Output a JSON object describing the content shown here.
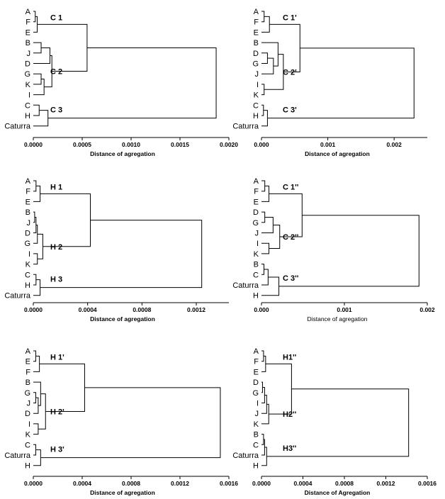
{
  "chart_data": [
    {
      "type": "dendrogram",
      "leaves": [
        "A",
        "F",
        "E",
        "B",
        "J",
        "D",
        "G",
        "K",
        "I",
        "C",
        "H",
        "Caturra"
      ],
      "merges": [
        {
          "a": "A",
          "b": "F",
          "h": 2e-05
        },
        {
          "a": 1,
          "b": "E",
          "h": 4e-05
        },
        {
          "a": "B",
          "b": "J",
          "h": 8e-05
        },
        {
          "a": 3,
          "b": "D",
          "h": 0.00017
        },
        {
          "a": "G",
          "b": "K",
          "h": 8e-05
        },
        {
          "a": 5,
          "b": "I",
          "h": 0.00011
        },
        {
          "a": 4,
          "b": 6,
          "h": 0.00019
        },
        {
          "a": 2,
          "b": 7,
          "h": 0.00055
        },
        {
          "a": "C",
          "b": "H",
          "h": 6e-05
        },
        {
          "a": 9,
          "b": "Caturra",
          "h": 0.00015
        },
        {
          "a": 8,
          "b": 10,
          "h": 0.00187
        }
      ],
      "clusters": [
        {
          "label": "C 1",
          "node": 2
        },
        {
          "label": "C 2",
          "node": 7
        },
        {
          "label": "C 3",
          "node": 10
        }
      ],
      "xlim": [
        0,
        0.002
      ],
      "ticks": [
        {
          "v": 0,
          "t": "0.0000"
        },
        {
          "v": 0.0005,
          "t": "0.0005"
        },
        {
          "v": 0.001,
          "t": "0.0010"
        },
        {
          "v": 0.0015,
          "t": "0.0015"
        },
        {
          "v": 0.002,
          "t": "0.0020"
        }
      ],
      "xlabel": "Distance of agregation",
      "xlabel_bold": true
    },
    {
      "type": "dendrogram",
      "leaves": [
        "A",
        "F",
        "E",
        "B",
        "D",
        "G",
        "J",
        "I",
        "K",
        "C",
        "H",
        "Caturra"
      ],
      "merges": [
        {
          "a": "A",
          "b": "F",
          "h": 4e-05
        },
        {
          "a": 1,
          "b": "E",
          "h": 0.00012
        },
        {
          "a": "D",
          "b": "G",
          "h": 9e-05
        },
        {
          "a": 3,
          "b": "J",
          "h": 0.00018
        },
        {
          "a": "B",
          "b": 4,
          "h": 0.00025
        },
        {
          "a": "I",
          "b": "K",
          "h": 4e-05
        },
        {
          "a": 5,
          "b": 6,
          "h": 0.00033
        },
        {
          "a": 2,
          "b": 7,
          "h": 0.00058
        },
        {
          "a": "C",
          "b": "H",
          "h": 3e-05
        },
        {
          "a": 9,
          "b": "Caturra",
          "h": 9e-05
        },
        {
          "a": 8,
          "b": 10,
          "h": 0.0023
        }
      ],
      "clusters": [
        {
          "label": "C 1'",
          "node": 2
        },
        {
          "label": "C 2'",
          "node": 7
        },
        {
          "label": "C 3'",
          "node": 10
        }
      ],
      "xlim": [
        0,
        0.0025
      ],
      "ticks": [
        {
          "v": 0,
          "t": "0.000"
        },
        {
          "v": 0.001,
          "t": "0.001"
        },
        {
          "v": 0.002,
          "t": "0.002"
        }
      ],
      "xlabel": "Distance of agregation",
      "xlabel_bold": true
    },
    {
      "type": "dendrogram",
      "leaves": [
        "A",
        "F",
        "E",
        "B",
        "J",
        "D",
        "G",
        "I",
        "K",
        "C",
        "H",
        "Caturra"
      ],
      "merges": [
        {
          "a": "A",
          "b": "F",
          "h": 2e-05
        },
        {
          "a": 1,
          "b": "E",
          "h": 5e-05
        },
        {
          "a": "B",
          "b": "J",
          "h": 1e-05
        },
        {
          "a": 3,
          "b": "D",
          "h": 2e-05
        },
        {
          "a": 4,
          "b": "G",
          "h": 3e-05
        },
        {
          "a": "I",
          "b": "K",
          "h": 3e-05
        },
        {
          "a": 5,
          "b": 6,
          "h": 7e-05
        },
        {
          "a": 2,
          "b": 7,
          "h": 0.00042
        },
        {
          "a": "C",
          "b": "H",
          "h": 2e-05
        },
        {
          "a": 9,
          "b": "Caturra",
          "h": 5e-05
        },
        {
          "a": 8,
          "b": 10,
          "h": 0.00124
        }
      ],
      "clusters": [
        {
          "label": "H 1",
          "node": 2
        },
        {
          "label": "H 2",
          "node": 7
        },
        {
          "label": "H 3",
          "node": 10
        }
      ],
      "xlim": [
        0,
        0.00144
      ],
      "ticks": [
        {
          "v": 0,
          "t": "0.0000"
        },
        {
          "v": 0.0004,
          "t": "0.0004"
        },
        {
          "v": 0.0008,
          "t": "0.0008"
        },
        {
          "v": 0.0012,
          "t": "0.0012"
        }
      ],
      "xlabel": "Distance of agregation",
      "xlabel_bold": true
    },
    {
      "type": "dendrogram",
      "leaves": [
        "A",
        "F",
        "E",
        "D",
        "G",
        "J",
        "I",
        "K",
        "B",
        "C",
        "Caturra",
        "H"
      ],
      "merges": [
        {
          "a": "A",
          "b": "F",
          "h": 4e-05
        },
        {
          "a": 1,
          "b": "E",
          "h": 9e-05
        },
        {
          "a": "D",
          "b": "G",
          "h": 4e-05
        },
        {
          "a": 3,
          "b": "J",
          "h": 0.00014
        },
        {
          "a": "I",
          "b": "K",
          "h": 9e-05
        },
        {
          "a": 4,
          "b": 5,
          "h": 0.00022
        },
        {
          "a": 2,
          "b": 6,
          "h": 0.00049
        },
        {
          "a": "B",
          "b": "C",
          "h": 3e-05
        },
        {
          "a": 8,
          "b": "Caturra",
          "h": 8e-05
        },
        {
          "a": 9,
          "b": "H",
          "h": 0.00021
        },
        {
          "a": 7,
          "b": 10,
          "h": 0.0019
        }
      ],
      "clusters": [
        {
          "label": "C 1''",
          "node": 2
        },
        {
          "label": "C 2''",
          "node": 6
        },
        {
          "label": "C 3''",
          "node": 10
        }
      ],
      "xlim": [
        0,
        0.002
      ],
      "ticks": [
        {
          "v": 0,
          "t": "0.000"
        },
        {
          "v": 0.001,
          "t": "0.001"
        },
        {
          "v": 0.002,
          "t": "0.002"
        }
      ],
      "xlabel": "Distance of agregation",
      "xlabel_bold": false
    },
    {
      "type": "dendrogram",
      "leaves": [
        "A",
        "E",
        "F",
        "B",
        "G",
        "J",
        "D",
        "I",
        "K",
        "C",
        "Caturra",
        "H"
      ],
      "merges": [
        {
          "a": "A",
          "b": "E",
          "h": 2e-05
        },
        {
          "a": 1,
          "b": "F",
          "h": 5e-05
        },
        {
          "a": "G",
          "b": "J",
          "h": 2e-05
        },
        {
          "a": 3,
          "b": "D",
          "h": 4e-05
        },
        {
          "a": "B",
          "b": 4,
          "h": 6e-05
        },
        {
          "a": "I",
          "b": "K",
          "h": 4e-05
        },
        {
          "a": 5,
          "b": 6,
          "h": 0.0001
        },
        {
          "a": 2,
          "b": 7,
          "h": 0.00042
        },
        {
          "a": "C",
          "b": "Caturra",
          "h": 2e-05
        },
        {
          "a": 9,
          "b": "H",
          "h": 6e-05
        },
        {
          "a": 8,
          "b": 10,
          "h": 0.00153
        }
      ],
      "clusters": [
        {
          "label": "H 1'",
          "node": 2
        },
        {
          "label": "H 2'",
          "node": 7
        },
        {
          "label": "H 3'",
          "node": 10
        }
      ],
      "xlim": [
        0,
        0.0016
      ],
      "ticks": [
        {
          "v": 0,
          "t": "0.0000"
        },
        {
          "v": 0.0004,
          "t": "0.0004"
        },
        {
          "v": 0.0008,
          "t": "0.0008"
        },
        {
          "v": 0.0012,
          "t": "0.0012"
        },
        {
          "v": 0.0016,
          "t": "0.0016"
        }
      ],
      "xlabel": "Distance of agregation",
      "xlabel_bold": true
    },
    {
      "type": "dendrogram",
      "leaves": [
        "A",
        "F",
        "E",
        "D",
        "G",
        "I",
        "J",
        "K",
        "B",
        "C",
        "Caturra",
        "H"
      ],
      "merges": [
        {
          "a": "A",
          "b": "F",
          "h": 2e-05
        },
        {
          "a": 1,
          "b": "E",
          "h": 4e-05
        },
        {
          "a": "D",
          "b": "G",
          "h": 1e-05
        },
        {
          "a": 3,
          "b": "I",
          "h": 3e-05
        },
        {
          "a": 4,
          "b": "J",
          "h": 5e-05
        },
        {
          "a": 5,
          "b": "K",
          "h": 7e-05
        },
        {
          "a": 2,
          "b": 6,
          "h": 0.00029
        },
        {
          "a": "B",
          "b": "C",
          "h": 2e-05
        },
        {
          "a": 8,
          "b": "Caturra",
          "h": 3e-05
        },
        {
          "a": 9,
          "b": "H",
          "h": 5e-05
        },
        {
          "a": 7,
          "b": 10,
          "h": 0.00142
        }
      ],
      "clusters": [
        {
          "label": "H1''",
          "node": 2
        },
        {
          "label": "H2''",
          "node": 6
        },
        {
          "label": "H3''",
          "node": 10
        }
      ],
      "xlim": [
        0,
        0.0016
      ],
      "ticks": [
        {
          "v": 0,
          "t": "0.0000"
        },
        {
          "v": 0.0004,
          "t": "0.0004"
        },
        {
          "v": 0.0008,
          "t": "0.0008"
        },
        {
          "v": 0.0012,
          "t": "0.0012"
        },
        {
          "v": 0.0016,
          "t": "0.0016"
        }
      ],
      "xlabel": "Distance of Agregation",
      "xlabel_bold": true
    }
  ]
}
